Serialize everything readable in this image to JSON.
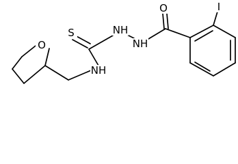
{
  "molecule": {
    "atoms": {
      "iodine": "I",
      "carbonyl_oxygen": "O",
      "thione_sulfur": "S",
      "hydrazide_nh_right": "NH",
      "hydrazide_nh_left": "NH",
      "amine_nh": "NH",
      "ring_oxygen": "O"
    }
  }
}
